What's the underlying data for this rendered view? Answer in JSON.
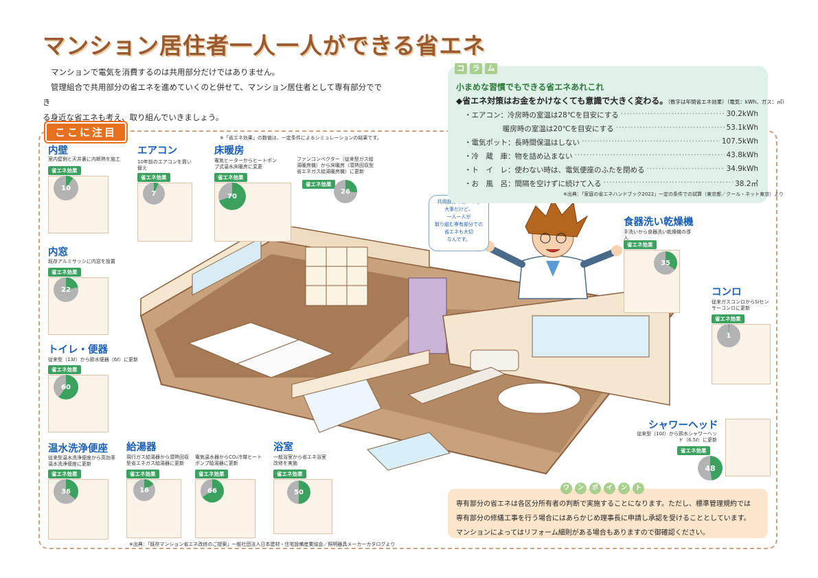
{
  "title": "マンション居住者一人一人ができる省エネ",
  "intro": {
    "line1": "マンションで電気を消費するのは共用部分だけではありません。",
    "line2": "管理組合で共用部分の省エネを進めていくのと併せて、マンション居住者として専有部分ででき",
    "line3": "る身近な省エネも考え、取り組んでいきましょう。"
  },
  "chumoku_label": "ここに注目",
  "sim_note": "※「省エネ効果」の数値は、一定条件によるシミュレーションの結果です。",
  "badge_label": "省エネ効果",
  "pie_unit": "%",
  "items": {
    "naiheki": {
      "title": "内壁",
      "desc": "室内壁側と天井裏に内断熱を施工",
      "percent": "10"
    },
    "aircon": {
      "title": "エアコン",
      "desc": "10年前のエアコンを買い替え",
      "percent": "7"
    },
    "yukadanbo": {
      "title": "床暖房",
      "desc": "電気ヒーターからヒートポンプ式温水床暖房に変更",
      "percent": "70"
    },
    "fancon": {
      "desc": "ファンコンベクター（従来型ガス給湯暖房機）から床暖房（潜熱回収型省エネガス給湯暖房機）に更新",
      "percent": "26"
    },
    "uchimado": {
      "title": "内窓",
      "desc": "既存アルミサッシに内窓を設置",
      "percent": "22"
    },
    "toilet": {
      "title": "トイレ・便器",
      "desc": "従来型（13ℓ）から節水便器（6ℓ）に更新",
      "percent": "60"
    },
    "onsui": {
      "title": "温水洗浄便座",
      "desc": "従来型温水洗浄便座から高効率温水洗浄便座に更新",
      "percent": "36"
    },
    "kyutoki": {
      "title": "給湯器",
      "desc": "現行ガス給湯器から潜熱回収型省エネガス給湯器に更新",
      "percent": "16"
    },
    "ecocute": {
      "desc": "電気温水器からCO₂冷媒ヒートポンプ給湯器に更新",
      "percent": "66"
    },
    "yokushitsu": {
      "title": "浴室",
      "desc": "一般浴室から省エネ浴室改修を実施",
      "percent": "50"
    },
    "shokusen": {
      "title": "食器洗い乾燥機",
      "desc": "手洗いから食器洗い乾燥機の導入",
      "percent": "35"
    },
    "konro": {
      "title": "コンロ",
      "desc": "従来ガスコンロからSiセンサーコンロに更新",
      "percent": "1"
    },
    "shower": {
      "title": "シャワーヘッド",
      "desc": "従来型（10ℓ）から節水シャワーヘッド（6.5ℓ）に更新",
      "percent": "48"
    }
  },
  "bubble": [
    "共用部分の省エネも",
    "大事だけど、",
    "一人一人が",
    "取り組む専有部分での",
    "省エネも大切",
    "なんです。"
  ],
  "column": {
    "tag": [
      "コ",
      "ラ",
      "ム"
    ],
    "heading": "小まめな習慣でもできる省エネあれこれ",
    "lead": "◆省エネ対策はお金をかけなくても意識で大きく変わる。",
    "lead_note": "（数字は年間省エネ効果）（電気：kWh、ガス：㎥）",
    "rows": [
      {
        "label": "・エアコン：冷房時の室温は28℃を目安にする",
        "value": "30.2kWh"
      },
      {
        "label": "　　　　　 暖房時の室温は20℃を目安にする",
        "value": "53.1kWh"
      },
      {
        "label": "・電気ポット：長時間保温はしない",
        "value": "107.5kWh"
      },
      {
        "label": "・冷　蔵　庫：物を詰め込まない",
        "value": "43.8kWh"
      },
      {
        "label": "・ト　イ　レ：使わない時は、電気便座のふたを閉める",
        "value": "34.9kWh"
      },
      {
        "label": "・お　風　呂：間隔を空けずに続けて入る",
        "value": "38.2㎥"
      }
    ],
    "source": "※出典：「家庭の省エネハンドブック2022」一定の条件での試算（東京都／クール・ネット東京）より"
  },
  "onepoint": {
    "tag": [
      "ワ",
      "ン",
      "ポ",
      "イ",
      "ン",
      "ト"
    ],
    "line1": "専有部分の省エネは各区分所有者の判断で実施することになります。ただし、標準管理規約では",
    "line2": "専有部分の修繕工事を行う場合にはあらかじめ理事長に申請し承認を受けることとしています。",
    "line3": "マンションによってはリフォーム細則がある場合もありますので御確認ください。"
  },
  "footer": "※出典：「既存マンション省エネ改修のご提案」一般社団法人日本建材・住宅設備産業協会／照明器具メーカーカタログより",
  "colors": {
    "title": "#9a5a2e",
    "accent_orange": "#e7701e",
    "item_blue": "#1a5fb4",
    "badge_green": "#3aa15f",
    "pie_gray": "#b3b3b3"
  }
}
